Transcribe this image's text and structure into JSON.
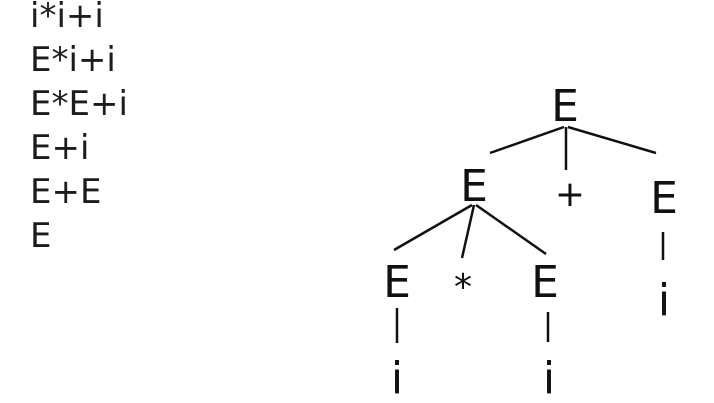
{
  "derivation": [
    "i*i+i",
    "E*i+i",
    "E*E+i",
    "E+i",
    "E+E",
    "E"
  ],
  "tree": {
    "root": "E",
    "left_E": "E",
    "plus": "+",
    "right_E": "E",
    "ll_E": "E",
    "star": "*",
    "lr_E": "E",
    "ll_i": "i",
    "lr_i": "i",
    "r_i": "i"
  }
}
